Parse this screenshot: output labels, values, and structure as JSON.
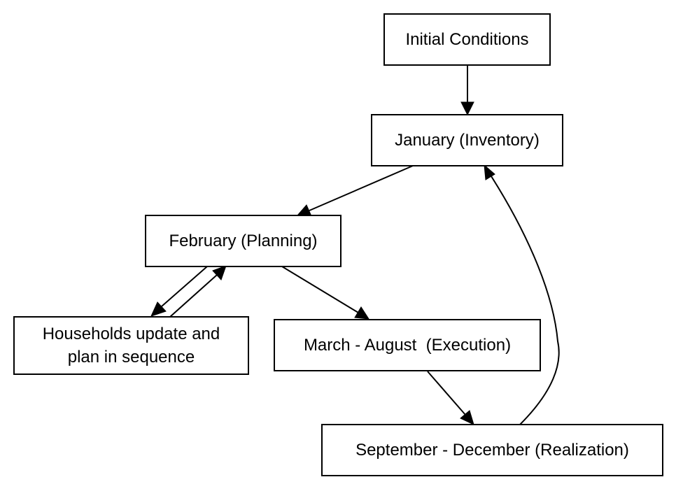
{
  "nodes": {
    "initial": {
      "label": "Initial Conditions"
    },
    "january": {
      "label": "January (Inventory)"
    },
    "february": {
      "label": "February (Planning)"
    },
    "households": {
      "line1": "Households update and",
      "line2": "plan in sequence"
    },
    "march": {
      "label": "March - August  (Execution)"
    },
    "september": {
      "label": "September - December (Realization)"
    }
  },
  "edges": [
    {
      "from": "Initial Conditions",
      "to": "January (Inventory)"
    },
    {
      "from": "January (Inventory)",
      "to": "February (Planning)"
    },
    {
      "from": "February (Planning)",
      "to": "Households update and plan in sequence"
    },
    {
      "from": "Households update and plan in sequence",
      "to": "February (Planning)"
    },
    {
      "from": "February (Planning)",
      "to": "March - August  (Execution)"
    },
    {
      "from": "March - August  (Execution)",
      "to": "September - December (Realization)"
    },
    {
      "from": "September - December (Realization)",
      "to": "January (Inventory)"
    }
  ]
}
